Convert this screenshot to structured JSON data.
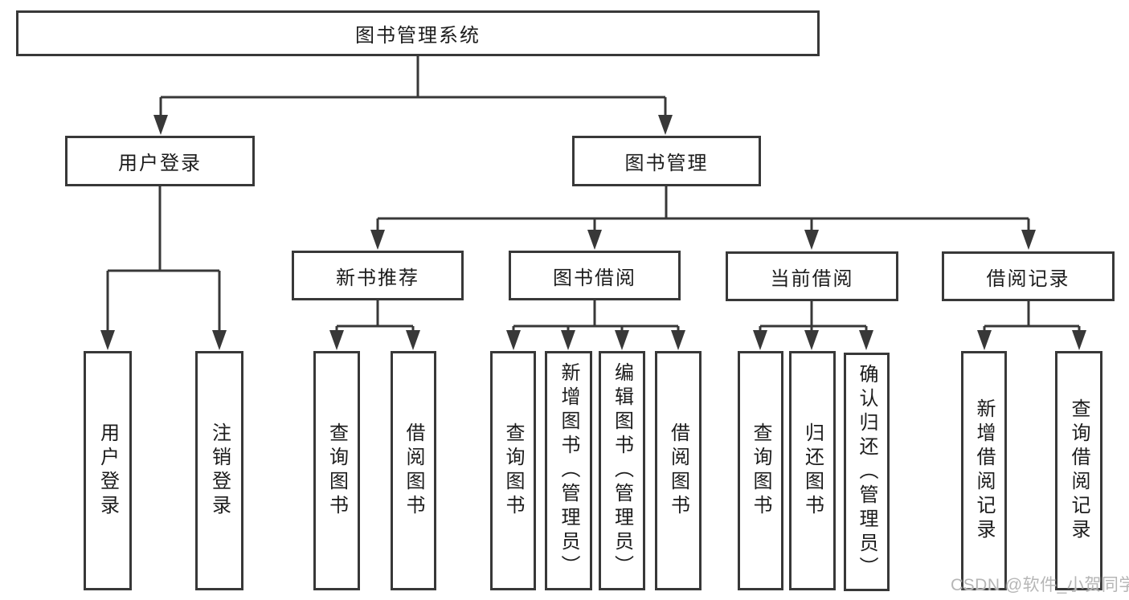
{
  "diagram": {
    "root": "图书管理系统",
    "branches": [
      {
        "label": "用户登录",
        "children": [
          {
            "label": "用户登录"
          },
          {
            "label": "注销登录"
          }
        ]
      },
      {
        "label": "图书管理",
        "sections": [
          {
            "label": "新书推荐",
            "children": [
              {
                "label": "查询图书"
              },
              {
                "label": "借阅图书"
              }
            ]
          },
          {
            "label": "图书借阅",
            "children": [
              {
                "label": "查询图书"
              },
              {
                "label": "新增图书（管理员）"
              },
              {
                "label": "编辑图书（管理员）"
              },
              {
                "label": "借阅图书"
              }
            ]
          },
          {
            "label": "当前借阅",
            "children": [
              {
                "label": "查询图书"
              },
              {
                "label": "归还图书"
              },
              {
                "label": "确认归还（管理员）"
              }
            ]
          },
          {
            "label": "借阅记录",
            "children": [
              {
                "label": "新增借阅记录"
              },
              {
                "label": "查询借阅记录"
              }
            ]
          }
        ]
      }
    ]
  },
  "watermark": "CSDN @软件_小贺同学",
  "colors": {
    "line": "#383838",
    "box_border": "#383838",
    "box_background": "#ffffff",
    "text": "#1c1c1c",
    "watermark": "#b6b6b6",
    "background": "#ffffff"
  }
}
